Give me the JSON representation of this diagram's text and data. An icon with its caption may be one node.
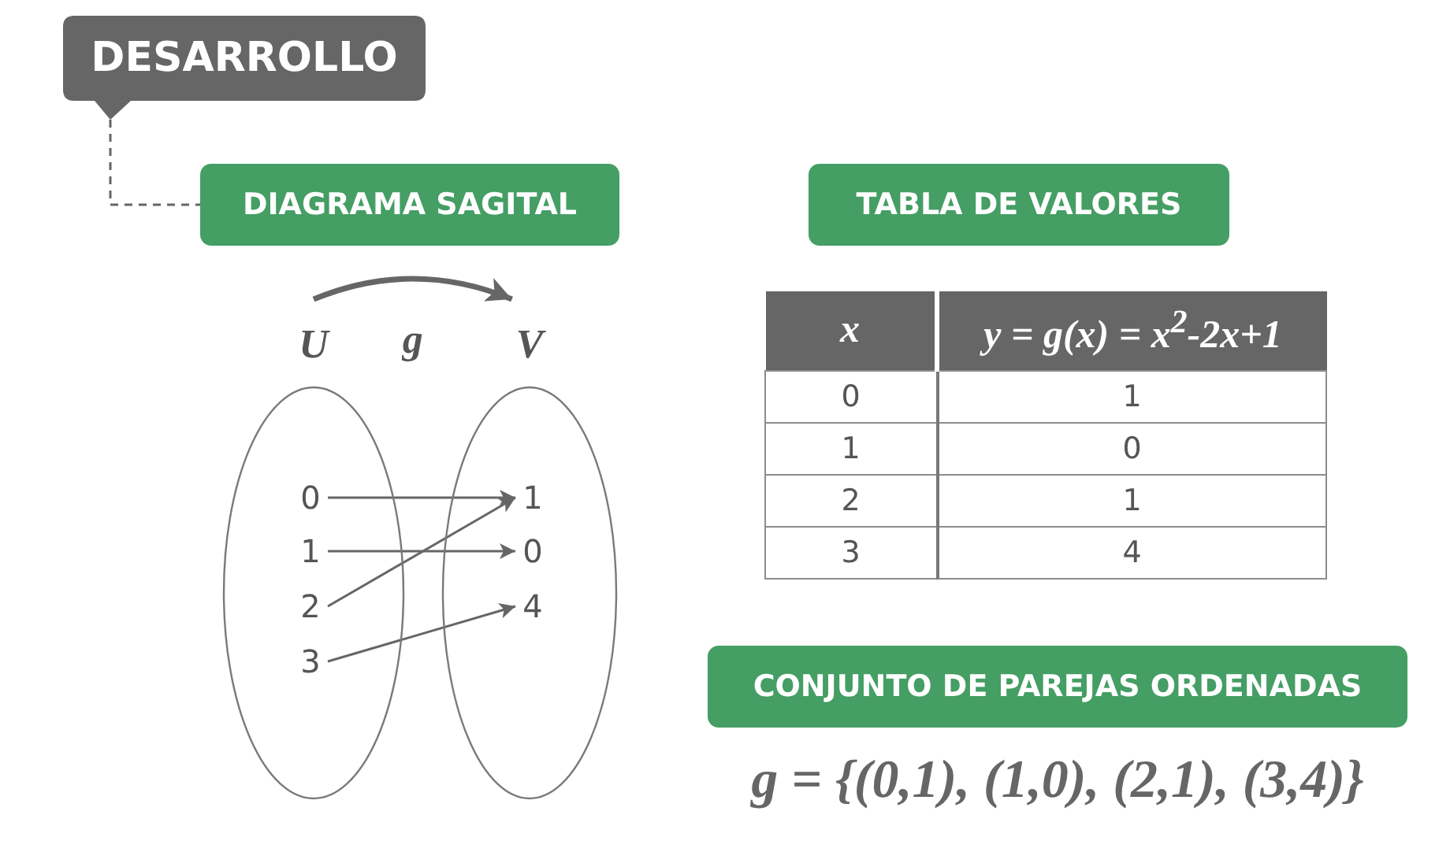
{
  "diagram": {
    "nodes": [
      {
        "text": [
          "DESARROLLO"
        ]
      },
      {
        "text": [
          "DIAGRAMA SAGITAL"
        ]
      },
      {
        "text": [
          "TABLA DE VALORES"
        ]
      },
      {
        "text": [
          "U"
        ]
      },
      {
        "text": [
          "0"
        ],
        "in": 3
      },
      {
        "text": [
          "1"
        ],
        "in": 3
      },
      {
        "text": [
          "2"
        ],
        "in": 3
      },
      {
        "text": [
          "3"
        ],
        "in": 3
      },
      {
        "text": [
          "V"
        ]
      },
      {
        "text": [
          "1"
        ],
        "in": 8
      },
      {
        "text": [
          "0"
        ],
        "in": 8
      },
      {
        "text": [
          "4"
        ],
        "in": 8
      },
      {
        "text": [
          "CONJUNTO DE PAREJAS ORDENADAS"
        ],
        "beside": [
          "g = {(0,1), (1,0), (2,1), (3,4)}"
        ]
      }
    ],
    "edges": [
      {
        "from": 0,
        "to": 1,
        "arrow": "none",
        "style": "dashed"
      },
      {
        "from": 3,
        "to": 8,
        "arrow": "to",
        "label": "g",
        "style": "thick"
      },
      {
        "from": 4,
        "to": 9,
        "arrow": "to"
      },
      {
        "from": 5,
        "to": 10,
        "arrow": "to"
      },
      {
        "from": 6,
        "to": 9,
        "arrow": "to"
      },
      {
        "from": 7,
        "to": 11,
        "arrow": "to"
      }
    ],
    "labels": [
      "x",
      "y = g(x) = x$^{2}$-2x+1",
      "0",
      "1",
      "1",
      "0",
      "2",
      "1",
      "3",
      "4"
    ]
  }
}
